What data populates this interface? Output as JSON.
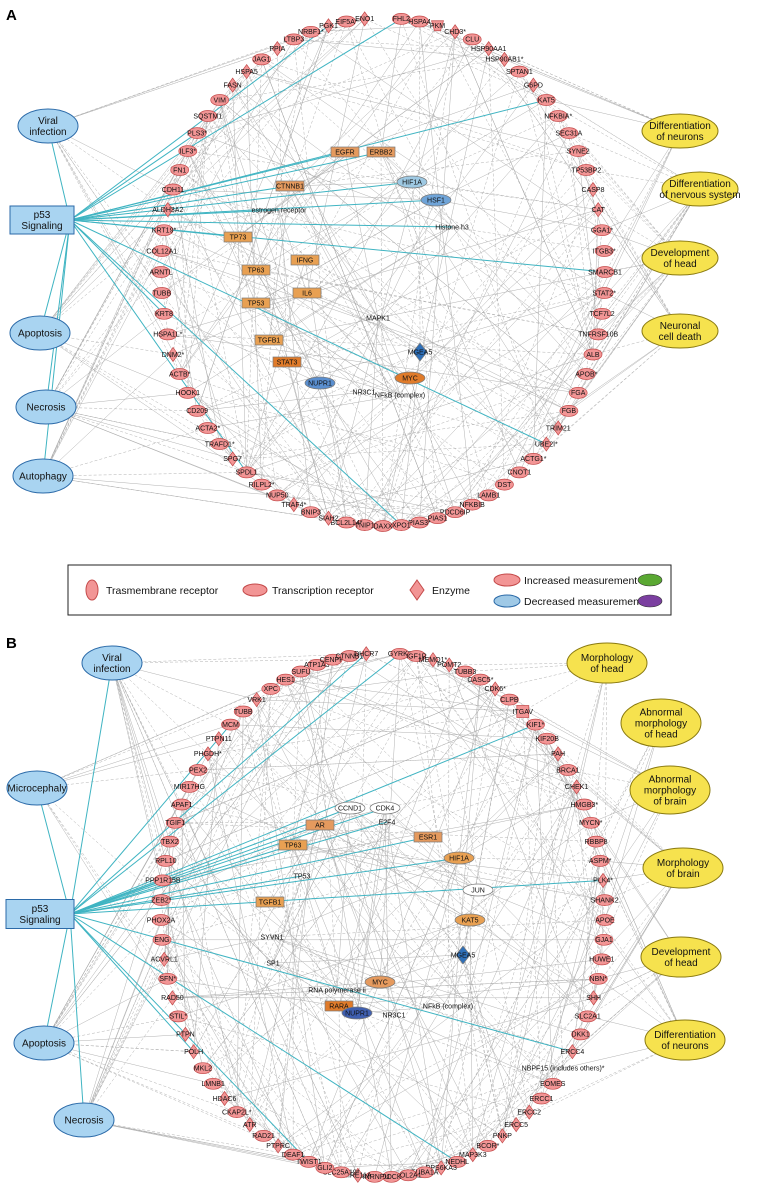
{
  "panels": [
    {
      "letter": "A",
      "p53_label": [
        "p53",
        "Signaling"
      ],
      "left": [
        {
          "lines": [
            "Viral",
            "infection"
          ]
        },
        {
          "lines": [
            "Apoptosis"
          ]
        },
        {
          "lines": [
            "Necrosis"
          ]
        },
        {
          "lines": [
            "Autophagy"
          ]
        }
      ],
      "right": [
        {
          "lines": [
            "Differentiation",
            "of neurons"
          ]
        },
        {
          "lines": [
            "Differentiation",
            "of nervous system"
          ]
        },
        {
          "lines": [
            "Development",
            "of head"
          ]
        },
        {
          "lines": [
            "Neuronal",
            "cell death"
          ]
        }
      ],
      "ring": [
        {
          "label": "FHL2",
          "shape": "ellipse"
        },
        {
          "label": "HSPA4",
          "shape": "ellipse"
        },
        {
          "label": "PKM",
          "shape": "trapezoid"
        },
        {
          "label": "CHD3*",
          "shape": "diamond"
        },
        {
          "label": "CLU",
          "shape": "ellipse"
        },
        {
          "label": "HSP90AA1",
          "shape": "diamond"
        },
        {
          "label": "HSP90AB1*",
          "shape": "diamond"
        },
        {
          "label": "SPTAN1",
          "shape": "ellipse"
        },
        {
          "label": "G6PD",
          "shape": "diamond"
        },
        {
          "label": "KAT5",
          "shape": "ellipse"
        },
        {
          "label": "NFKBIA*",
          "shape": "ellipse"
        },
        {
          "label": "SEC31A",
          "shape": "ellipse"
        },
        {
          "label": "SYNE2",
          "shape": "ellipse"
        },
        {
          "label": "TP53BP2",
          "shape": "ellipse"
        },
        {
          "label": "CASP8",
          "shape": "diamond"
        },
        {
          "label": "CAT",
          "shape": "diamond"
        },
        {
          "label": "GGA1*",
          "shape": "ellipse"
        },
        {
          "label": "ITGB3*",
          "shape": "ellipse"
        },
        {
          "label": "SMARCB1",
          "shape": "ellipse"
        },
        {
          "label": "STAT2*",
          "shape": "ellipse"
        },
        {
          "label": "TCF7L2",
          "shape": "ellipse"
        },
        {
          "label": "TNFRSF10B",
          "shape": "ellipse"
        },
        {
          "label": "ALB",
          "shape": "ellipse"
        },
        {
          "label": "APOB*",
          "shape": "ellipse"
        },
        {
          "label": "FGA",
          "shape": "ellipse"
        },
        {
          "label": "FGB",
          "shape": "ellipse"
        },
        {
          "label": "TRIM21",
          "shape": "diamond"
        },
        {
          "label": "UBE2I*",
          "shape": "diamond"
        },
        {
          "label": "ACTG1*",
          "shape": "ellipse"
        },
        {
          "label": "CNOT1",
          "shape": "ellipse"
        },
        {
          "label": "DST",
          "shape": "ellipse"
        },
        {
          "label": "LAMB1",
          "shape": "ellipse"
        },
        {
          "label": "NFKBIB",
          "shape": "ellipse"
        },
        {
          "label": "PDCD6IP",
          "shape": "ellipse"
        },
        {
          "label": "PIAS1",
          "shape": "ellipse"
        },
        {
          "label": "PIAS3*",
          "shape": "ellipse"
        },
        {
          "label": "XPO1",
          "shape": "ellipse"
        },
        {
          "label": "DAXX",
          "shape": "ellipse"
        },
        {
          "label": "TNIP1",
          "shape": "ellipse"
        },
        {
          "label": "BCL2L14*",
          "shape": "ellipse"
        },
        {
          "label": "SIAH2",
          "shape": "diamond"
        },
        {
          "label": "BNIP3",
          "shape": "ellipse"
        },
        {
          "label": "TRAF4*",
          "shape": "diamond"
        },
        {
          "label": "NUP50",
          "shape": "ellipse"
        },
        {
          "label": "RILPL2*",
          "shape": "ellipse"
        },
        {
          "label": "SPDL1",
          "shape": "ellipse"
        },
        {
          "label": "SPG7",
          "shape": "diamond"
        },
        {
          "label": "TRAFD1*",
          "shape": "ellipse"
        },
        {
          "label": "ACTA2*",
          "shape": "ellipse"
        },
        {
          "label": "CD209",
          "shape": "ellipse"
        },
        {
          "label": "HOOK1",
          "shape": "ellipse"
        },
        {
          "label": "ACTB*",
          "shape": "ellipse"
        },
        {
          "label": "DNM2*",
          "shape": "diamond"
        },
        {
          "label": "HSPA1L*",
          "shape": "ellipse"
        },
        {
          "label": "KRT8",
          "shape": "ellipse"
        },
        {
          "label": "TUBB",
          "shape": "ellipse"
        },
        {
          "label": "ARNTL",
          "shape": "ellipse"
        },
        {
          "label": "COL12A1",
          "shape": "ellipse"
        },
        {
          "label": "KRT19*",
          "shape": "ellipse"
        },
        {
          "label": "ALDH3A2",
          "shape": "diamond"
        },
        {
          "label": "CDH11",
          "shape": "ellipse"
        },
        {
          "label": "FN1",
          "shape": "ellipse"
        },
        {
          "label": "ILF3*",
          "shape": "ellipse"
        },
        {
          "label": "PLS3*",
          "shape": "ellipse"
        },
        {
          "label": "SQSTM1",
          "shape": "ellipse"
        },
        {
          "label": "VIM",
          "shape": "ellipse"
        },
        {
          "label": "FASN",
          "shape": "diamond"
        },
        {
          "label": "HSPA5",
          "shape": "diamond"
        },
        {
          "label": "JAG1",
          "shape": "ellipse"
        },
        {
          "label": "PPIA",
          "shape": "diamond"
        },
        {
          "label": "LTBP3",
          "shape": "ellipse"
        },
        {
          "label": "NRBF1*",
          "shape": "ellipse"
        },
        {
          "label": "PGK1",
          "shape": "diamond"
        },
        {
          "label": "EIF5A*",
          "shape": "ellipse"
        },
        {
          "label": "ENO1",
          "shape": "diamond"
        }
      ],
      "hubs": [
        {
          "label": "EGFR",
          "shape": "rect",
          "color": "#e59a5e"
        },
        {
          "label": "ERBB2",
          "shape": "rect",
          "color": "#e59a5e"
        },
        {
          "label": "CTNNB1",
          "shape": "rect",
          "color": "#e59a5e"
        },
        {
          "label": "HIF1A",
          "shape": "ellipse",
          "color": "#9ec9e3"
        },
        {
          "label": "HSF1",
          "shape": "ellipse",
          "color": "#6fa4d8"
        },
        {
          "label": "estrogen receptor",
          "shape": "none",
          "color": ""
        },
        {
          "label": "Histone h3",
          "shape": "none",
          "color": ""
        },
        {
          "label": "TP73",
          "shape": "rect",
          "color": "#e8a052"
        },
        {
          "label": "TP63",
          "shape": "rect",
          "color": "#e8a052"
        },
        {
          "label": "IFNG",
          "shape": "rect",
          "color": "#e8a052"
        },
        {
          "label": "TP53",
          "shape": "rect",
          "color": "#e8a052"
        },
        {
          "label": "IL6",
          "shape": "rect",
          "color": "#e8a052"
        },
        {
          "label": "TGFB1",
          "shape": "rect",
          "color": "#e8a052"
        },
        {
          "label": "MAPK1",
          "shape": "none",
          "color": ""
        },
        {
          "label": "STAT3",
          "shape": "rect",
          "color": "#e07b2a"
        },
        {
          "label": "MGEA5",
          "shape": "diamond",
          "color": "#2e6fb8"
        },
        {
          "label": "NUPR1",
          "shape": "ellipse",
          "color": "#5a8fd0"
        },
        {
          "label": "NR3C1",
          "shape": "none",
          "color": ""
        },
        {
          "label": "NFkB (complex)",
          "shape": "none",
          "color": ""
        },
        {
          "label": "MYC",
          "shape": "ellipse",
          "color": "#e07b2a"
        }
      ]
    },
    {
      "letter": "B",
      "p53_label": [
        "p53",
        "Signaling"
      ],
      "left": [
        {
          "lines": [
            "Viral",
            "infection"
          ]
        },
        {
          "lines": [
            "Microcephaly"
          ]
        },
        {
          "lines": [
            "Apoptosis"
          ]
        },
        {
          "lines": [
            "Necrosis"
          ]
        }
      ],
      "right": [
        {
          "lines": [
            "Morphology",
            "of head"
          ]
        },
        {
          "lines": [
            "Abnormal",
            "morphology",
            "of head"
          ]
        },
        {
          "lines": [
            "Abnormal",
            "morphology",
            "of brain"
          ]
        },
        {
          "lines": [
            "Morphology",
            "of brain"
          ]
        },
        {
          "lines": [
            "Development",
            "of head"
          ]
        },
        {
          "lines": [
            "Differentiation",
            "of neurons"
          ]
        }
      ],
      "ring": [
        {
          "label": "GYRK3",
          "shape": "ellipse"
        },
        {
          "label": "IGF1R",
          "shape": "ellipse"
        },
        {
          "label": "MEMO1*",
          "shape": "diamond"
        },
        {
          "label": "POMT2",
          "shape": "diamond"
        },
        {
          "label": "TUBB3",
          "shape": "ellipse"
        },
        {
          "label": "CASC5*",
          "shape": "ellipse"
        },
        {
          "label": "CDK6*",
          "shape": "diamond"
        },
        {
          "label": "CLPB",
          "shape": "ellipse"
        },
        {
          "label": "ITGAV",
          "shape": "rect"
        },
        {
          "label": "KIF1*",
          "shape": "ellipse"
        },
        {
          "label": "KIF20B",
          "shape": "ellipse"
        },
        {
          "label": "PAH",
          "shape": "diamond"
        },
        {
          "label": "BRCA1",
          "shape": "ellipse"
        },
        {
          "label": "CHEK1",
          "shape": "diamond"
        },
        {
          "label": "HMGB3*",
          "shape": "ellipse"
        },
        {
          "label": "MYCN*",
          "shape": "ellipse"
        },
        {
          "label": "RBBP8",
          "shape": "ellipse"
        },
        {
          "label": "ASPM*",
          "shape": "ellipse"
        },
        {
          "label": "PLK4*",
          "shape": "diamond"
        },
        {
          "label": "SHANK2",
          "shape": "ellipse"
        },
        {
          "label": "APOE",
          "shape": "ellipse"
        },
        {
          "label": "GJA1",
          "shape": "ellipse"
        },
        {
          "label": "HUWE1",
          "shape": "ellipse"
        },
        {
          "label": "NBN*",
          "shape": "ellipse"
        },
        {
          "label": "SHH",
          "shape": "diamond"
        },
        {
          "label": "SLC2A1",
          "shape": "ellipse"
        },
        {
          "label": "DKK1",
          "shape": "ellipse"
        },
        {
          "label": "ERCC4",
          "shape": "diamond"
        },
        {
          "label": "NBPF15 (includes others)*",
          "shape": "none"
        },
        {
          "label": "EOMES",
          "shape": "ellipse"
        },
        {
          "label": "ERCC1",
          "shape": "ellipse"
        },
        {
          "label": "ERCC2",
          "shape": "diamond"
        },
        {
          "label": "ERCC5",
          "shape": "diamond"
        },
        {
          "label": "PNKP",
          "shape": "diamond"
        },
        {
          "label": "BCOR*",
          "shape": "ellipse"
        },
        {
          "label": "MAP3K3",
          "shape": "diamond"
        },
        {
          "label": "NEDHL",
          "shape": "ellipse"
        },
        {
          "label": "RPS6KA3",
          "shape": "diamond"
        },
        {
          "label": "TUBA1A",
          "shape": "ellipse"
        },
        {
          "label": "COL2A1",
          "shape": "ellipse"
        },
        {
          "label": "DOCK",
          "shape": "ellipse"
        },
        {
          "label": "HNRNPU",
          "shape": "ellipse"
        },
        {
          "label": "MRE11A",
          "shape": "diamond"
        },
        {
          "label": "SLC25A19*",
          "shape": "ellipse"
        },
        {
          "label": "GLI2",
          "shape": "ellipse"
        },
        {
          "label": "TWIST1",
          "shape": "ellipse"
        },
        {
          "label": "DEAF1",
          "shape": "ellipse"
        },
        {
          "label": "PTPRC",
          "shape": "diamond"
        },
        {
          "label": "RAD21",
          "shape": "ellipse"
        },
        {
          "label": "ATR",
          "shape": "diamond"
        },
        {
          "label": "CKAP2L*",
          "shape": "ellipse"
        },
        {
          "label": "HDAC6",
          "shape": "diamond"
        },
        {
          "label": "LMNB1",
          "shape": "ellipse"
        },
        {
          "label": "MKL2",
          "shape": "ellipse"
        },
        {
          "label": "POLH",
          "shape": "diamond"
        },
        {
          "label": "PTPN",
          "shape": "diamond"
        },
        {
          "label": "STIL*",
          "shape": "ellipse"
        },
        {
          "label": "RAD50",
          "shape": "diamond"
        },
        {
          "label": "SFN*",
          "shape": "ellipse"
        },
        {
          "label": "ACVRL1",
          "shape": "diamond"
        },
        {
          "label": "ENG",
          "shape": "ellipse"
        },
        {
          "label": "PHOX2A",
          "shape": "ellipse"
        },
        {
          "label": "ZEB2*",
          "shape": "ellipse"
        },
        {
          "label": "PPP1R15B",
          "shape": "ellipse"
        },
        {
          "label": "RPL10",
          "shape": "ellipse"
        },
        {
          "label": "TBX2",
          "shape": "ellipse"
        },
        {
          "label": "TGIF1",
          "shape": "ellipse"
        },
        {
          "label": "APAF1",
          "shape": "ellipse"
        },
        {
          "label": "MIR17HG",
          "shape": "ellipse"
        },
        {
          "label": "PEX2",
          "shape": "ellipse"
        },
        {
          "label": "PHGDH*",
          "shape": "diamond"
        },
        {
          "label": "PTPN11",
          "shape": "diamond"
        },
        {
          "label": "MCM",
          "shape": "ellipse"
        },
        {
          "label": "TUBB",
          "shape": "ellipse"
        },
        {
          "label": "VRK1",
          "shape": "diamond"
        },
        {
          "label": "XPC",
          "shape": "ellipse"
        },
        {
          "label": "HES1",
          "shape": "ellipse"
        },
        {
          "label": "SUFU",
          "shape": "ellipse"
        },
        {
          "label": "ATP1A3",
          "shape": "ellipse"
        },
        {
          "label": "CENPF*",
          "shape": "ellipse"
        },
        {
          "label": "CTNNB1",
          "shape": "ellipse"
        },
        {
          "label": "DHCR7",
          "shape": "diamond"
        }
      ],
      "hubs": [
        {
          "label": "CCND1",
          "shape": "ellipse",
          "color": "#ffffff"
        },
        {
          "label": "CDK4",
          "shape": "ellipse",
          "color": "#ffffff"
        },
        {
          "label": "E2F4",
          "shape": "none",
          "color": ""
        },
        {
          "label": "AR",
          "shape": "rect",
          "color": "#e59a5e"
        },
        {
          "label": "ESR1",
          "shape": "rect",
          "color": "#e59a5e"
        },
        {
          "label": "TP63",
          "shape": "rect",
          "color": "#e8a052"
        },
        {
          "label": "HIF1A",
          "shape": "ellipse",
          "color": "#e8a052"
        },
        {
          "label": "TP53",
          "shape": "none",
          "color": ""
        },
        {
          "label": "JUN",
          "shape": "ellipse",
          "color": "#ffffff"
        },
        {
          "label": "TGFB1",
          "shape": "rect",
          "color": "#e8a052"
        },
        {
          "label": "KAT5",
          "shape": "ellipse",
          "color": "#e8a052"
        },
        {
          "label": "SYVN1",
          "shape": "none",
          "color": ""
        },
        {
          "label": "MGEA5",
          "shape": "diamond",
          "color": "#2e6fb8"
        },
        {
          "label": "SP1",
          "shape": "none",
          "color": ""
        },
        {
          "label": "MYC",
          "shape": "ellipse",
          "color": "#e59a5e"
        },
        {
          "label": "RNA polymerase ii",
          "shape": "none",
          "color": ""
        },
        {
          "label": "NFkB (complex)",
          "shape": "none",
          "color": ""
        },
        {
          "label": "RARA",
          "shape": "rect",
          "color": "#e07b2a"
        },
        {
          "label": "NUPR1",
          "shape": "ellipse",
          "color": "#3f5fb0"
        },
        {
          "label": "NR3C1",
          "shape": "none",
          "color": ""
        }
      ]
    }
  ],
  "legend": {
    "transmembrane": "Trasmembrane receptor",
    "transcription": "Transcription receptor",
    "enzyme": "Enzyme",
    "increased": "Increased measurement",
    "decreased": "Decreased measurement",
    "increased_color": "#5aa832",
    "decreased_color": "#7b3fa0"
  },
  "colors": {
    "node_fill": "#f29595",
    "node_stroke": "#c44a4a",
    "side_blue": "#a9d4f1",
    "side_blue_stroke": "#2b6aa8",
    "side_yellow": "#f6e24e",
    "side_yellow_stroke": "#8a7a10",
    "p53_link": "#3fb4c2"
  }
}
